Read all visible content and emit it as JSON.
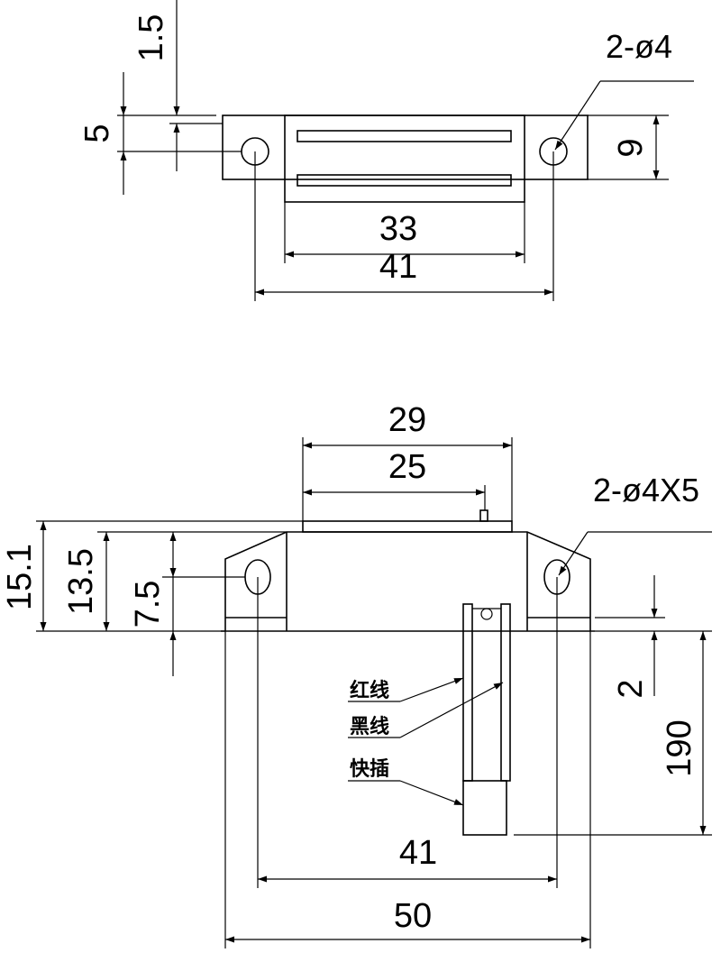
{
  "top_view": {
    "dim_1_5": "1.5",
    "dim_5": "5",
    "dim_9": "9",
    "dim_33": "33",
    "dim_41": "41",
    "hole_callout": "2-ø4"
  },
  "front_view": {
    "dim_29": "29",
    "dim_25": "25",
    "dim_15_1": "15.1",
    "dim_13_5": "13.5",
    "dim_7_5": "7.5",
    "dim_2": "2",
    "dim_190": "190",
    "dim_41": "41",
    "dim_50": "50",
    "hole_callout": "2-ø4X5",
    "label_red_wire": "红线",
    "label_black_wire": "黑线",
    "label_quick_plug": "快插"
  },
  "colors": {
    "line": "#000000",
    "background": "#ffffff"
  }
}
